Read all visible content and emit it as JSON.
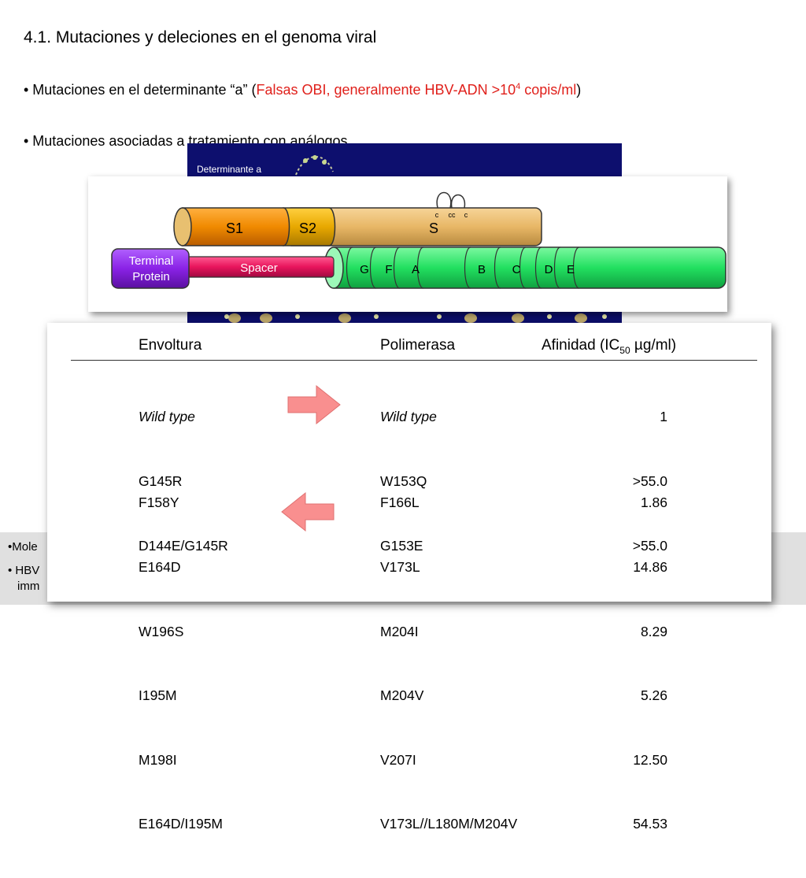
{
  "slide": {
    "title": "4.1. Mutaciones y deleciones en el genoma viral",
    "bullet1": {
      "prefix": "• Mutaciones en el determinante “a” (",
      "red": "Falsas OBI, generalmente HBV-ADN >10",
      "sup": "4",
      "red2": " copis/ml",
      "suffix": ")"
    },
    "bullet2": "• Mutaciones asociadas a tratamiento con análogos",
    "footer_line1": "•Mole",
    "footer_line2a": "• HBV",
    "footer_line2b": "imm"
  },
  "background_image": {
    "label": "Determinante a"
  },
  "diagram": {
    "genes": [
      {
        "name": "S1",
        "color": "#f08a00"
      },
      {
        "name": "S2",
        "color": "#e8a800"
      },
      {
        "name": "S",
        "color": "#e8b766"
      }
    ],
    "loop_letters": [
      "c",
      "cc",
      "c"
    ],
    "terminal_protein": [
      "Terminal",
      "Protein"
    ],
    "spacer": "Spacer",
    "domains": [
      "G",
      "F",
      "A",
      "B",
      "C",
      "D",
      "E"
    ],
    "colors": {
      "terminal": "#8a22e6",
      "spacer": "#e8145c",
      "polymerase": "#22e060"
    }
  },
  "table": {
    "headers": {
      "envoltura": "Envoltura",
      "polimerasa": "Polimerasa",
      "afinidad_pre": "Afinidad (IC",
      "afinidad_sub": "50",
      "afinidad_post": " µg/ml)"
    },
    "group1": [
      {
        "envoltura": "Wild type",
        "polimerasa": "Wild type",
        "afinidad": "1"
      },
      {
        "envoltura": "G145R",
        "polimerasa": "W153Q",
        "afinidad": ">55.0"
      },
      {
        "envoltura": "D144E/G145R",
        "polimerasa": "G153E",
        "afinidad": ">55.0"
      }
    ],
    "group2": [
      {
        "envoltura": "F158Y",
        "polimerasa": "F166L",
        "afinidad": "1.86"
      },
      {
        "envoltura": "E164D",
        "polimerasa": "V173L",
        "afinidad": "14.86"
      },
      {
        "envoltura": "W196S",
        "polimerasa": "M204I",
        "afinidad": "8.29"
      },
      {
        "envoltura": "I195M",
        "polimerasa": "M204V",
        "afinidad": "5.26"
      },
      {
        "envoltura": "M198I",
        "polimerasa": "V207I",
        "afinidad": "12.50"
      },
      {
        "envoltura": "E164D/I195M",
        "polimerasa": "V173L//L180M/M204V",
        "afinidad": "54.53"
      }
    ],
    "arrow_color": "#f98f8f"
  }
}
